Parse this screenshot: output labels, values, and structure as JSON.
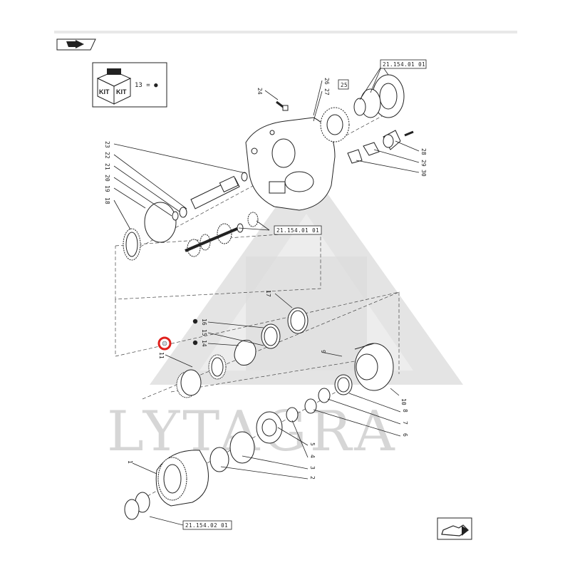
{
  "watermark": "LYTAGRA",
  "kit_legend": {
    "kit_word_a": "KIT",
    "kit_word_b": "KIT",
    "text": "13 = ●"
  },
  "refs": {
    "top": "21.154.01 01",
    "mid": "21.154.01 01",
    "bottom": "21.154.02 01",
    "box25": "25"
  },
  "callouts": {
    "n1": "1",
    "n2": "2",
    "n3": "3",
    "n4": "4",
    "n5": "5",
    "n6": "6",
    "n7": "7",
    "n8": "8",
    "n9": "9",
    "n10": "10",
    "n11": "11",
    "n14": "14",
    "n15": "15",
    "n16": "16",
    "n17": "17",
    "n18": "18",
    "n19": "19",
    "n20": "20",
    "n21": "21",
    "n22": "22",
    "n23": "23",
    "n24": "24",
    "n26": "26",
    "n27": "27",
    "n28": "28",
    "n29": "29",
    "n30": "30"
  },
  "highlight": {
    "part": "11",
    "color": "#e0201c"
  },
  "nav": {
    "back_icon": "back-arrow-icon",
    "next_icon": "next-arrow-icon"
  }
}
